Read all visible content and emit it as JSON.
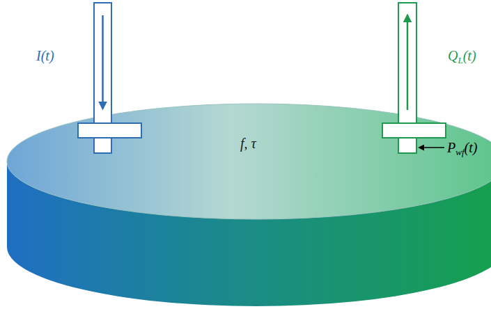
{
  "diagram": {
    "labels": [
      "I(t)",
      "QL(t)",
      "f, τ",
      "Pwf(t)"
    ]
  }
}
